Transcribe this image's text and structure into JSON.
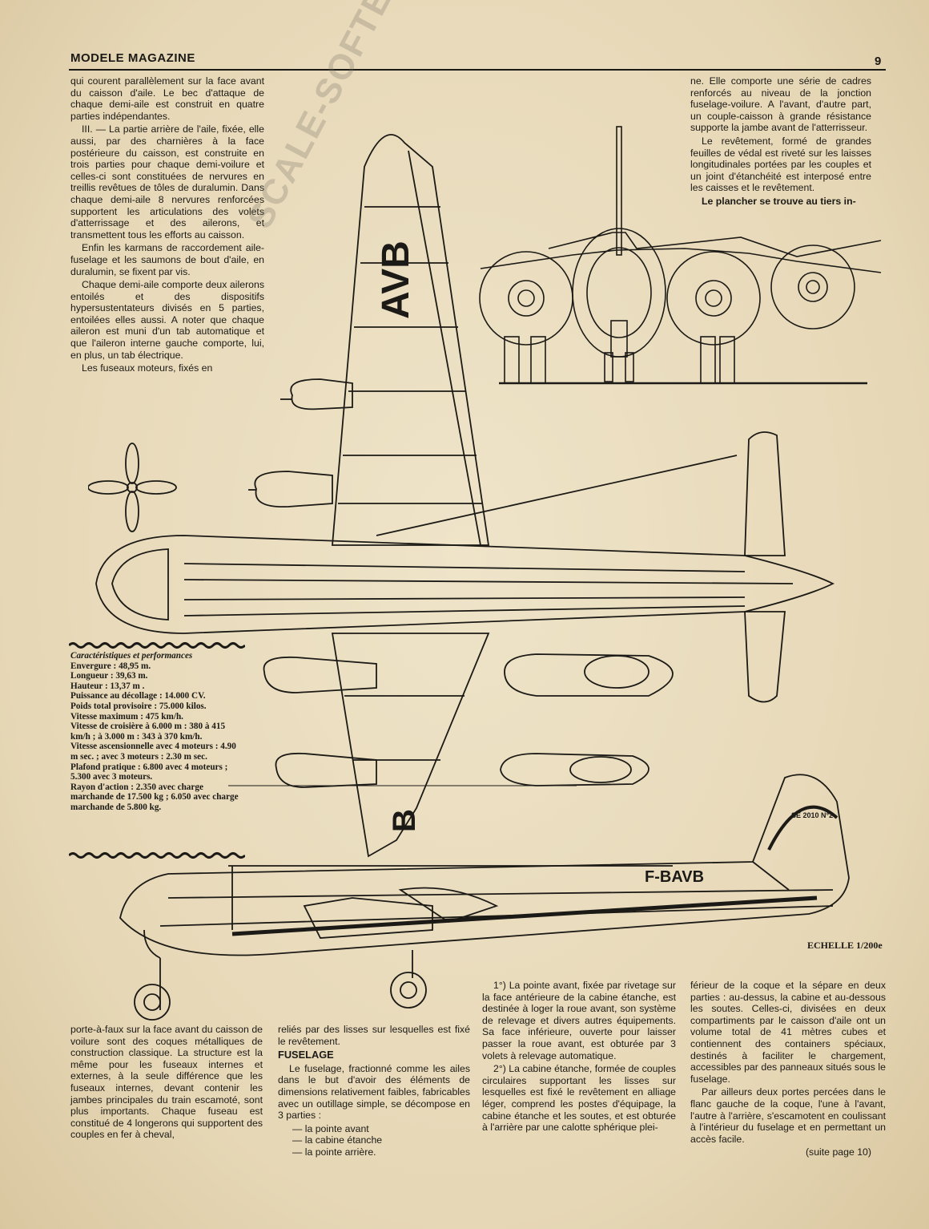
{
  "header": {
    "title": "MODELE MAGAZINE",
    "page_number": "9"
  },
  "watermark": {
    "text": "SCALE-SOFTER.COM"
  },
  "column_a": {
    "paragraphs": [
      "qui courent parallèlement sur la face avant du caisson d'aile. Le bec d'attaque de chaque demi-aile est construit en quatre parties indépendantes.",
      "III. — La partie arrière de l'aile, fixée, elle aussi, par des charnières à la face postérieure du caisson, est construite en trois parties pour chaque demi-voilure et celles-ci sont constituées de nervures en treillis revêtues de tôles de duralumin. Dans chaque demi-aile 8 nervures renforcées supportent les articulations des volets d'atterrissage et des ailerons, et transmettent tous les efforts au caisson.",
      "Enfin les karmans de raccordement aile-fuselage et les saumons de bout d'aile, en duralumin, se fixent par vis.",
      "Chaque demi-aile comporte deux ailerons entoilés et des dispositifs hypersustentateurs divisés en 5 parties, entoilées elles aussi. A noter que chaque aileron est muni d'un tab automatique et que l'aileron interne gauche comporte, lui, en plus, un tab électrique.",
      "Les fuseaux moteurs, fixés en"
    ]
  },
  "column_b": {
    "paragraphs": [
      "ne. Elle comporte une série de cadres renforcés au niveau de la jonction fuselage-voilure. A l'avant, d'autre part, un couple-caisson à grande résistance supporte la jambe avant de l'atterrisseur.",
      "Le revêtement, formé de grandes feuilles de védal est riveté sur les laisses longitudinales portées par les couples et un joint d'étanchéité est interposé entre les caisses et le revêtement.",
      "Le plancher se trouve au tiers in-"
    ]
  },
  "specs": {
    "title": "Caractéristiques et performances",
    "lines": [
      "Envergure : 48,95 m.",
      "Longueur : 39,63 m.",
      "Hauteur : 13,37 m .",
      "Puissance au décollage : 14.000 CV.",
      "Poids total provisoire : 75.000 kilos.",
      "Vitesse maximum : 475 km/h.",
      "Vitesse de croisière à 6.000 m : 380 à 415 km/h ; à 3.000 m : 343 à 370 km/h.",
      "Vitesse ascensionnelle avec 4 moteurs : 4.90 m sec. ; avec 3 moteurs : 2.30 m sec.",
      "Plafond pratique : 6.800 avec 4 moteurs ; 5.300 avec 3 moteurs.",
      "Rayon d'action : 2.350 avec charge marchande de 17.500 kg ; 6.050 avec charge marchande de 5.800 kg."
    ]
  },
  "drawing": {
    "wing_registration_top": "AVB",
    "wing_registration_bottom": "B",
    "side_registration": "F-BAVB",
    "tail_marking": "SE 2010 N°2",
    "scale": "ECHELLE 1/200e"
  },
  "column_c": {
    "paragraphs": [
      "porte-à-faux sur la face avant du caisson de voilure sont des coques métalliques de construction classique. La structure est la même pour les fuseaux internes et externes, à la seule différence que les fuseaux internes, devant contenir les jambes principales du train escamoté, sont plus importants. Chaque fuseau est constitué de 4 longerons qui supportent des couples en fer à cheval,"
    ]
  },
  "column_d": {
    "intro": "reliés par des lisses sur lesquelles est fixé le revêtement.",
    "heading": "FUSELAGE",
    "body": "Le fuselage, fractionné comme les ailes dans le but d'avoir des éléments de dimensions relativement faibles, fabricables avec un outillage simple, se décompose en 3 parties :",
    "list": [
      "la pointe avant",
      "la cabine étanche",
      "la pointe arrière."
    ]
  },
  "column_e": {
    "paragraphs": [
      "1°) La pointe avant, fixée par rivetage sur la face antérieure de la cabine étanche, est destinée à loger la roue avant, son système de relevage et divers autres équipements. Sa face inférieure, ouverte pour laisser passer la roue avant, est obturée par 3 volets à relevage automatique.",
      "2°) La cabine étanche, formée de couples circulaires supportant les lisses sur lesquelles est fixé le revêtement en alliage léger, comprend les postes d'équipage, la cabine étanche et les soutes, et est obturée à l'arrière par une calotte sphérique plei-"
    ]
  },
  "column_f": {
    "paragraphs": [
      "férieur de la coque et la sépare en deux parties : au-dessus, la cabine et au-dessous les soutes. Celles-ci, divisées en deux compartiments par le caisson d'aile ont un volume total de 41 mètres cubes et contiennent des containers spéciaux, destinés à faciliter le chargement, accessibles par des panneaux situés sous le fuselage.",
      "Par ailleurs deux portes percées dans le flanc gauche de la coque, l'une à l'avant, l'autre à l'arrière, s'escamotent en coulissant à l'intérieur du fuselage et en permettant un accès facile."
    ],
    "continuation": "(suite page 10)"
  }
}
